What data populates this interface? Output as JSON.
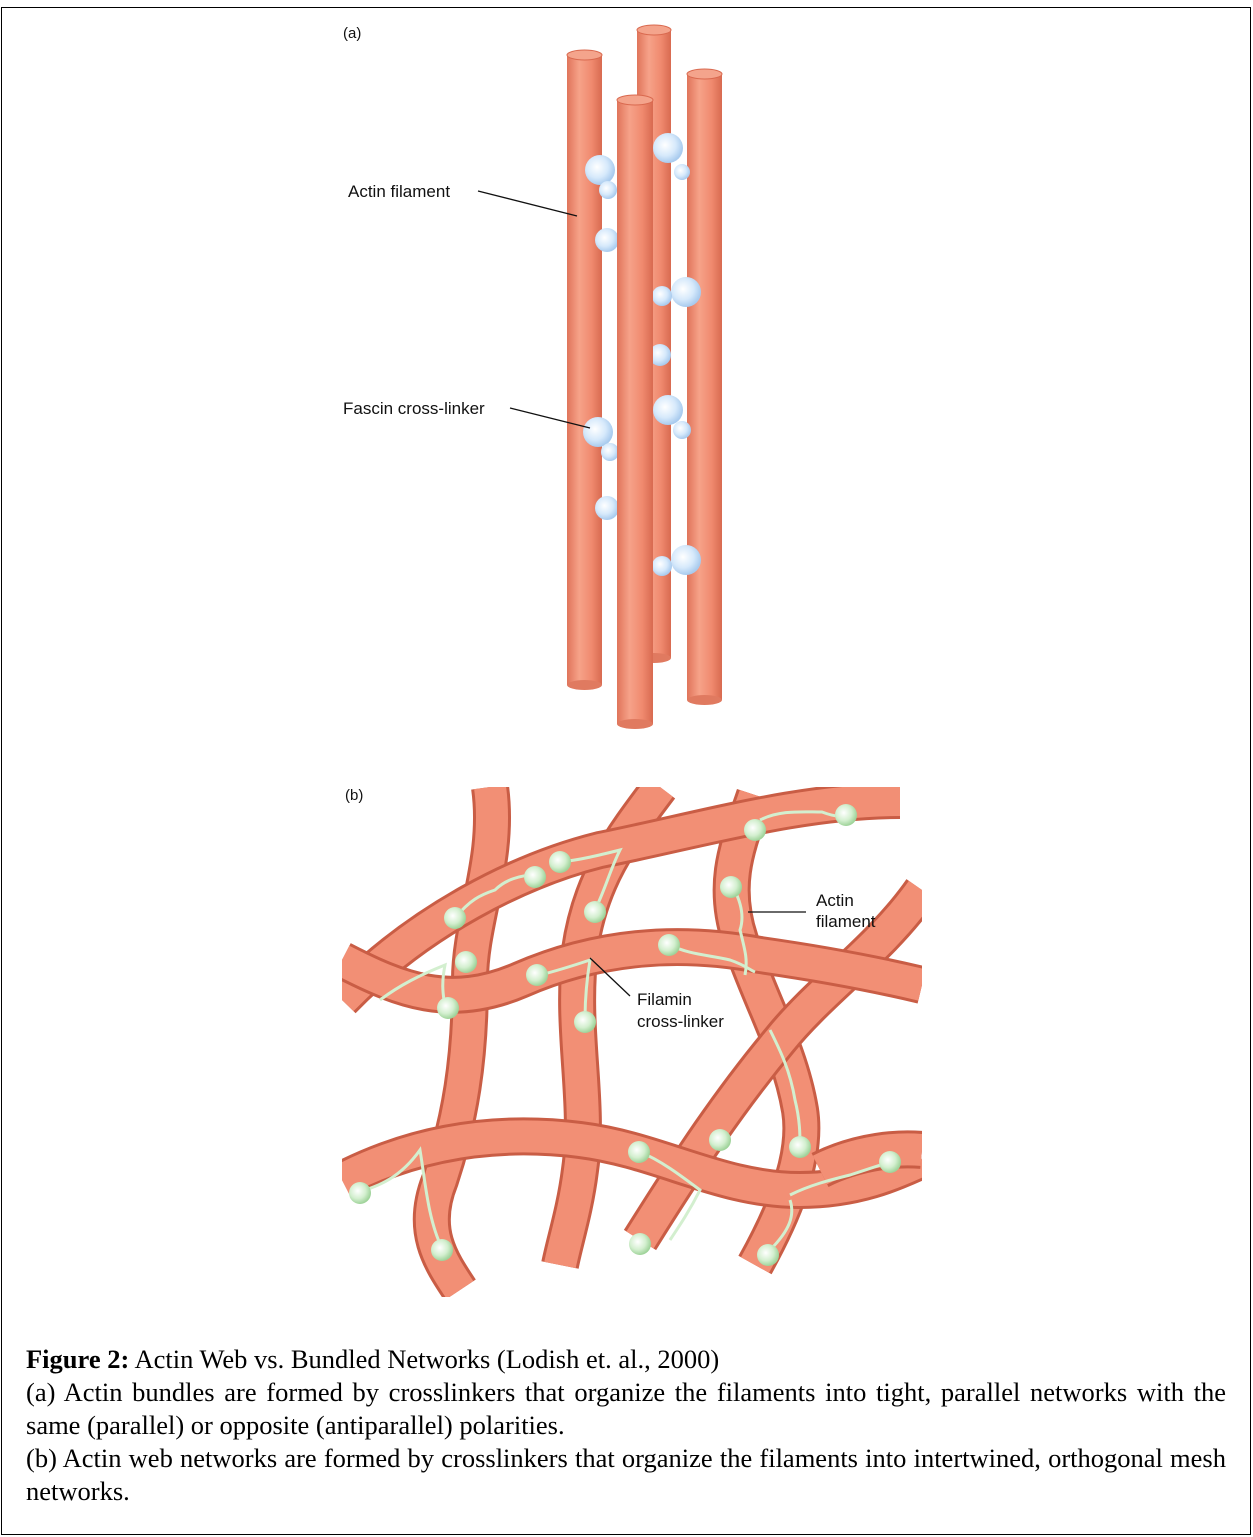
{
  "panel_a": {
    "label": "(a)",
    "actin_label": "Actin filament",
    "fascin_label": "Fascin cross-linker"
  },
  "panel_b": {
    "label": "(b)",
    "actin_label_line1": "Actin",
    "actin_label_line2": "filament",
    "filamin_label_line1": "Filamin",
    "filamin_label_line2": "cross-linker"
  },
  "caption": {
    "title_bold": "Figure 2:",
    "title_rest": " Actin Web vs. Bundled Networks (Lodish et. al., 2000)",
    "line_a": "(a) Actin bundles are formed by crosslinkers that organize the filaments into tight, parallel networks with the same (parallel) or opposite (antiparallel) polarities.",
    "line_b": "(b) Actin web networks are formed by crosslinkers that organize the filaments into intertwined, orthogonal mesh networks."
  },
  "colors": {
    "filament": "#f28f75",
    "filament_dark": "#d9694f",
    "fascin": "#d6e9fb",
    "filamin": "#d3efcf"
  }
}
